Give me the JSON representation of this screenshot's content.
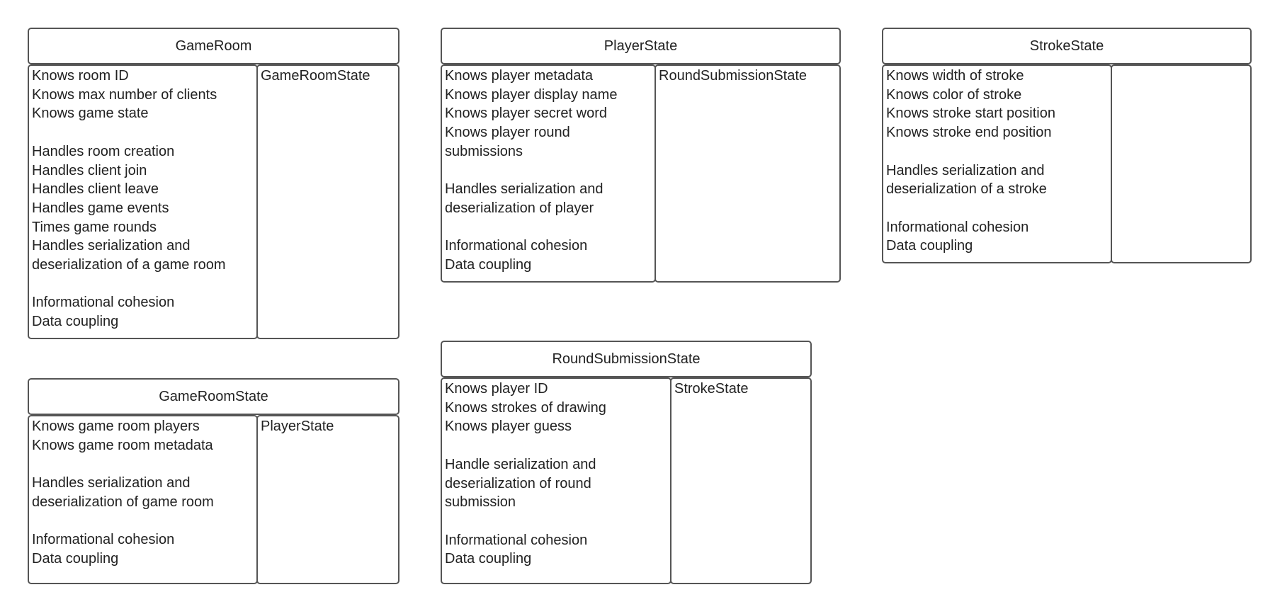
{
  "cards": [
    {
      "id": "gameroom",
      "title": "GameRoom",
      "responsibilities": [
        "Knows room ID",
        "Knows max number of clients",
        "Knows game state",
        "",
        "Handles room creation",
        "Handles client join",
        "Handles client leave",
        "Handles game events",
        "Times game rounds",
        "Handles serialization and",
        "deserialization of a game room",
        "",
        "Informational cohesion",
        "Data coupling"
      ],
      "collaborators": [
        "GameRoomState"
      ]
    },
    {
      "id": "playerstate",
      "title": "PlayerState",
      "responsibilities": [
        "Knows player metadata",
        "Knows player display name",
        "Knows player secret word",
        "Knows player round",
        "submissions",
        "",
        "Handles serialization and",
        "deserialization of player",
        "",
        "Informational cohesion",
        "Data coupling"
      ],
      "collaborators": [
        "RoundSubmissionState"
      ]
    },
    {
      "id": "strokestate",
      "title": "StrokeState",
      "responsibilities": [
        "Knows width of stroke",
        "Knows color of stroke",
        "Knows stroke start position",
        "Knows stroke end position",
        "",
        "Handles serialization and",
        "deserialization of a stroke",
        "",
        "Informational cohesion",
        "Data coupling"
      ],
      "collaborators": []
    },
    {
      "id": "gameroomstate",
      "title": "GameRoomState",
      "responsibilities": [
        "Knows game room players",
        "Knows game room metadata",
        "",
        "Handles serialization and",
        "deserialization of game room",
        "",
        "Informational cohesion",
        "Data coupling"
      ],
      "collaborators": [
        "PlayerState"
      ]
    },
    {
      "id": "roundsubmissionstate",
      "title": "RoundSubmissionState",
      "responsibilities": [
        "Knows player ID",
        "Knows strokes of drawing",
        "Knows player guess",
        "",
        "Handle serialization and",
        "deserialization of round",
        "submission",
        "",
        "Informational cohesion",
        "Data coupling"
      ],
      "collaborators": [
        "StrokeState"
      ]
    }
  ]
}
